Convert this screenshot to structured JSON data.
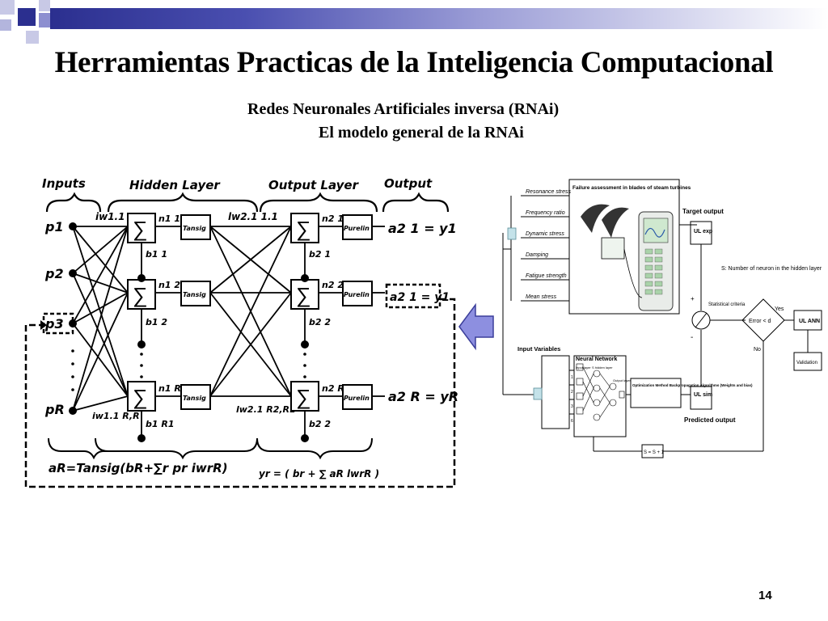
{
  "slide": {
    "title": "Herramientas Practicas de la Inteligencia Computacional",
    "subtitle_1": "Redes Neuronales Artificiales  inversa (RNAi)",
    "subtitle_2": "El modelo general de la RNAi",
    "page_number": "14"
  },
  "colors": {
    "accent": "#2b2f8f",
    "arrow": "#8d8fe0",
    "arrow_stroke": "#3b3e9a"
  },
  "nn_diagram": {
    "header_inputs": "Inputs",
    "header_hidden": "Hidden Layer",
    "header_output_layer": "Output Layer",
    "header_output": "Output",
    "inputs": [
      "p1",
      "p2",
      "p3",
      "pR"
    ],
    "hidden_weight_top": "iw1.1 1.1",
    "hidden_weight_bottom": "iw1.1 R,R",
    "sum_symbol": "∑",
    "hidden_net": [
      "n1 1",
      "n1 2",
      "n1 R"
    ],
    "hidden_bias": [
      "b1 1",
      "b1 2",
      "b1 R1"
    ],
    "hidden_fn": "Tansig",
    "output_weight_top": "lw2.1 1.1",
    "output_weight_bottom": "lw2.1 R2,R1",
    "output_net": [
      "n2 1",
      "n2 2",
      "n2 R2"
    ],
    "output_bias": [
      "b2 1",
      "b2 2",
      "b2 2"
    ],
    "output_fn": "Purelin",
    "outputs": [
      "a2 1 = y1",
      "a2 1 = y1",
      "a2 R = yR"
    ],
    "formula_hidden": "aR=Tansig(bR+∑r pr iwrR)",
    "formula_output": "yr = ( br + ∑ aR lwrR )"
  },
  "flow_diagram": {
    "stresses": [
      "Resonance stress",
      "Frequency ratio",
      "Dynamic stress",
      "Damping",
      "Fatigue strength",
      "Mean stress"
    ],
    "failure_box": "Failure assessment in blades of steam turbines",
    "target_output": "Target output",
    "ul_exp": "UL exp",
    "hidden_note": "S: Number of neuron in the hidden layer",
    "statistical": "Statistical criteria",
    "error_check": "Error < d",
    "yes": "Yes",
    "no": "No",
    "ul_ann": "UL ANN",
    "validation": "Validation",
    "input_variables": "Input Variables",
    "neural_network": "Neural Network",
    "input_layer": "Input layer",
    "hidden_layer_label": "S hidden layer",
    "output_layer_label": "Output layer",
    "optimization": "Optimization Method Backpropagation Algorithms (Weights and bias)",
    "ul_sim": "UL sim",
    "predicted_output": "Predicted output",
    "counter": "S = S + 1",
    "plus": "+",
    "minus": "-",
    "input_numbers": [
      "1",
      "2",
      "3",
      "6"
    ]
  }
}
